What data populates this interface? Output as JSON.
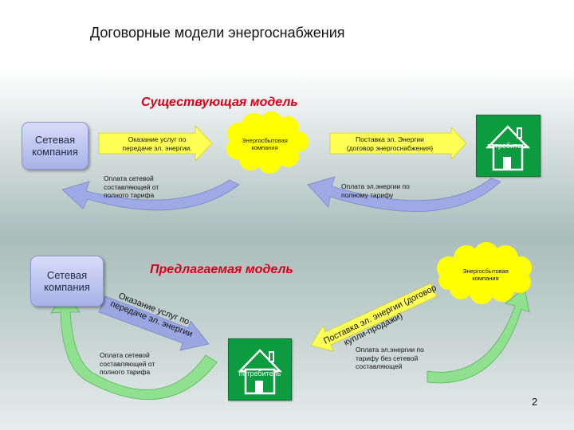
{
  "title": "Договорные модели энергоснабжения",
  "existing_model": {
    "heading": "Существующая модель",
    "network_company": [
      "Сетевая",
      "компания"
    ],
    "arrow1_label": [
      "Оказание услуг по",
      "передаче эл. энергии."
    ],
    "supplier": [
      "Энергосбытовая",
      "компания"
    ],
    "arrow2_label": [
      "Поставка эл. Энергии",
      "(договор энергоснабжения)"
    ],
    "consumer": "потребитель",
    "payment_left": [
      "Оплата сетевой",
      "составляющей от",
      "полного тарифа"
    ],
    "payment_right": [
      "Оплата эл.энергии по",
      "полному тарифу"
    ]
  },
  "proposed_model": {
    "heading": "Предлагаемая модель",
    "network_company": [
      "Сетевая",
      "компания"
    ],
    "supplier": [
      "Энергосбытовая",
      "компания"
    ],
    "arrow_left_label": [
      "Оказание услуг по",
      "передаче эл. энергии"
    ],
    "arrow_right_label": [
      "Поставка эл. энергии (договор",
      "купли-продажи)"
    ],
    "consumer": "потребитель",
    "payment_left": [
      "Оплата сетевой",
      "составляющей от",
      "полного тарифа"
    ],
    "payment_right": [
      "Оплата эл.энергии по",
      "тарифу без сетевой",
      "составляющей"
    ]
  },
  "page_number": "2",
  "colors": {
    "heading_red": "#d9001b",
    "arrow_yellow": "#ffff33",
    "cloud_yellow": "#ffff00",
    "house_green": "#0d9b3f",
    "arrow_blue": "#9aa6e0",
    "arrow_green": "#8fe08f"
  }
}
